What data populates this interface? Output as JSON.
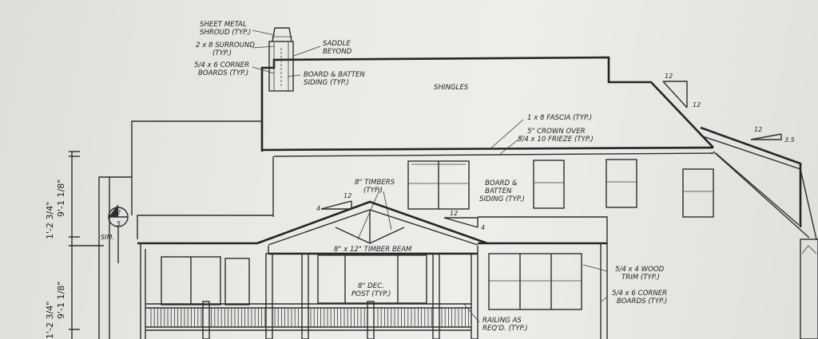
{
  "labels": {
    "sheet_metal": [
      "SHEET METAL",
      "SHROUD (TYP.)"
    ],
    "surround": [
      "2 x 8 SURROUND",
      "(TYP.)"
    ],
    "corner_boards_chimney": [
      "5/4 x 6 CORNER",
      "BOARDS (TYP.)"
    ],
    "saddle": [
      "SADDLE",
      "BEYOND"
    ],
    "board_batten_chimney": [
      "BOARD & BATTEN",
      "SIDING (TYP.)"
    ],
    "shingles": "SHINGLES",
    "fascia": "1 x 8 FASCIA (TYP.)",
    "crown": [
      "5\" CROWN OVER",
      "5/4 x 10 FRIEZE (TYP.)"
    ],
    "timbers": [
      "8\" TIMBERS",
      "(TYP.)"
    ],
    "board_batten_wall": [
      "BOARD &",
      "BATTEN",
      "SIDING (TYP.)"
    ],
    "timber_beam": "8\" x 12\" TIMBER BEAM",
    "dec_post": [
      "8\" DEC.",
      "POST (TYP.)"
    ],
    "wood_trim": [
      "5/4 x 4 WOOD",
      "TRIM (TYP.)"
    ],
    "corner_boards_wall": [
      "5/4 x 6 CORNER",
      "BOARDS (TYP.)"
    ],
    "railing": [
      "RAILING AS",
      "REQ'D. (TYP.)"
    ]
  },
  "pitch": {
    "main_rise": "12",
    "main_run": "12",
    "side_rise": "12",
    "side_run": "3.5",
    "porch_rise": "4",
    "porch_run": "12",
    "lower_rise": "12",
    "lower_run": "4"
  },
  "dimensions": {
    "upper_a": "1'-2 3/4\"",
    "upper_b": "9'-1 1/8\"",
    "lower_a": "1'-2 3/4\"",
    "lower_b": "9'-1 1/8\""
  },
  "section_marker": {
    "top": "2",
    "bottom": "5",
    "tag": "SIM."
  }
}
